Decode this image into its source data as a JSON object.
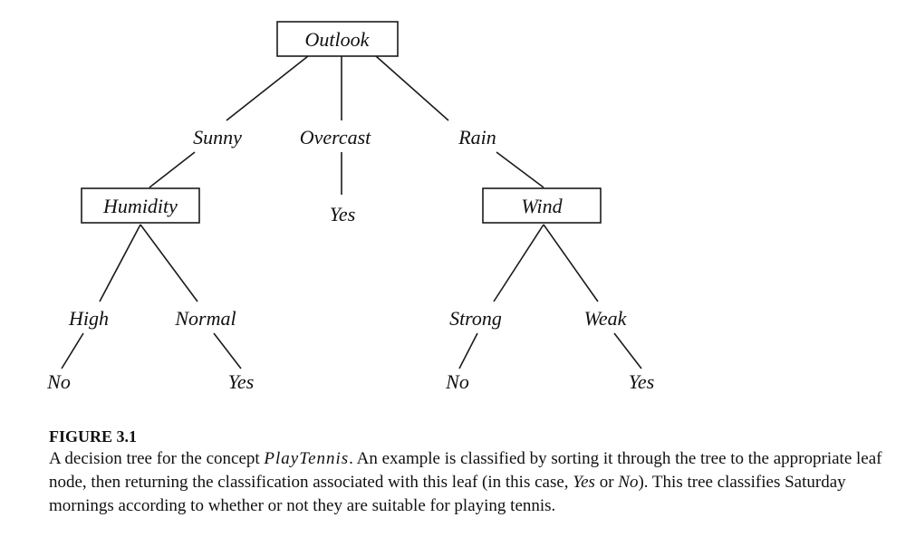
{
  "tree": {
    "root": {
      "label": "Outlook"
    },
    "branches": {
      "sunny": "Sunny",
      "overcast": "Overcast",
      "rain": "Rain",
      "high": "High",
      "normal": "Normal",
      "strong": "Strong",
      "weak": "Weak"
    },
    "nodes": {
      "humidity": "Humidity",
      "wind": "Wind"
    },
    "leaves": {
      "overcast_yes": "Yes",
      "high_no": "No",
      "normal_yes": "Yes",
      "strong_no": "No",
      "weak_yes": "Yes"
    }
  },
  "caption": {
    "figure_label": "FIGURE 3.1",
    "text_1": "A decision tree for the concept ",
    "concept": "PlayTennis",
    "text_2": ". An example is classified by sorting it through the tree to the appropriate leaf node, then returning the classification associated with this leaf (in this case, ",
    "yes": "Yes",
    "text_3": " or ",
    "no": "No",
    "text_4": "). This tree classifies Saturday mornings according to whether or not they are suitable for playing tennis."
  }
}
